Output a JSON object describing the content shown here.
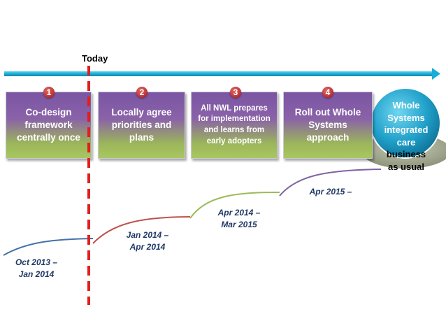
{
  "today": {
    "label": "Today"
  },
  "phases": [
    {
      "number": "1",
      "text": "Co-design framework centrally once"
    },
    {
      "number": "2",
      "text": "Locally agree priorities and plans"
    },
    {
      "number": "3",
      "text": "All NWL prepares for implementation and learns from early adopters"
    },
    {
      "number": "4",
      "text": "Roll out Whole Systems approach"
    }
  ],
  "final_state": {
    "line1": "Whole",
    "line2": "Systems",
    "line3": "integrated",
    "line4": "care",
    "line5": "business",
    "line6": "as usual"
  },
  "dates": [
    {
      "line1": "Oct 2013 –",
      "line2": "Jan 2014"
    },
    {
      "line1": "Jan 2014 –",
      "line2": "Apr 2014"
    },
    {
      "line1": "Apr 2014 –",
      "line2": "Mar 2015"
    },
    {
      "line1": "Apr 2015 –",
      "line2": ""
    }
  ],
  "colors": {
    "timeline_arrow": "#1aaed6",
    "today_line": "#e02020",
    "curve_1": "#4472a8",
    "curve_2": "#c0504d",
    "curve_3": "#9bbb59",
    "curve_4": "#8064a2",
    "date_text": "#1f3864"
  }
}
